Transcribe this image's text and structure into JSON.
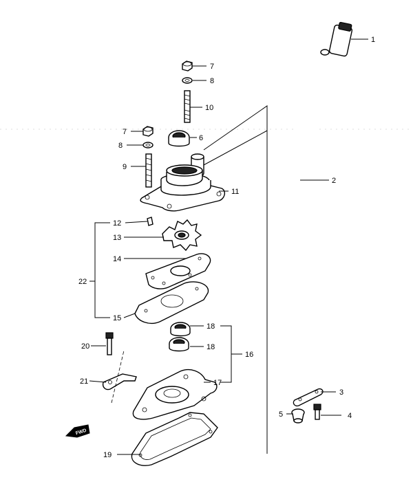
{
  "diagram": {
    "callouts": [
      {
        "id": "c1",
        "text": "1"
      },
      {
        "id": "c2",
        "text": "2"
      },
      {
        "id": "c3",
        "text": "3"
      },
      {
        "id": "c4",
        "text": "4"
      },
      {
        "id": "c5",
        "text": "5"
      },
      {
        "id": "c6",
        "text": "6"
      },
      {
        "id": "c7a",
        "text": "7"
      },
      {
        "id": "c7b",
        "text": "7"
      },
      {
        "id": "c8a",
        "text": "8"
      },
      {
        "id": "c8b",
        "text": "8"
      },
      {
        "id": "c9",
        "text": "9"
      },
      {
        "id": "c10",
        "text": "10"
      },
      {
        "id": "c11",
        "text": "11"
      },
      {
        "id": "c12",
        "text": "12"
      },
      {
        "id": "c13",
        "text": "13"
      },
      {
        "id": "c14",
        "text": "14"
      },
      {
        "id": "c15",
        "text": "15"
      },
      {
        "id": "c16",
        "text": "16"
      },
      {
        "id": "c17",
        "text": "17"
      },
      {
        "id": "c18a",
        "text": "18"
      },
      {
        "id": "c18b",
        "text": "18"
      },
      {
        "id": "c19",
        "text": "19"
      },
      {
        "id": "c20",
        "text": "20"
      },
      {
        "id": "c21",
        "text": "21"
      },
      {
        "id": "c22",
        "text": "22"
      }
    ],
    "direction_arrow": {
      "text": "FWD",
      "icon": "fwd-arrow-icon"
    }
  }
}
